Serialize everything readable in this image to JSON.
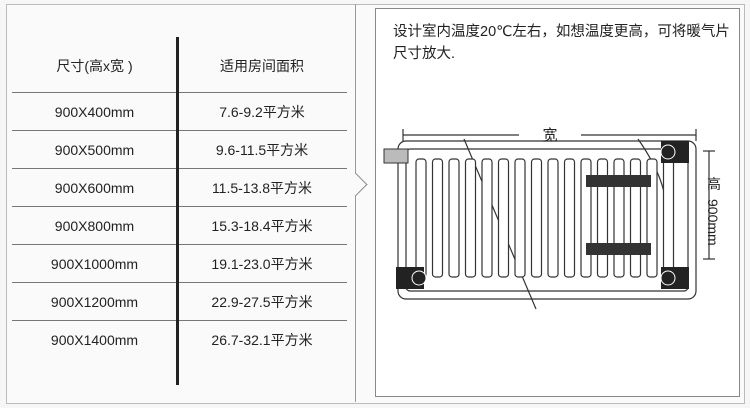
{
  "table": {
    "headers": [
      "尺寸(高x宽 )",
      "适用房间面积"
    ],
    "rows": [
      [
        "900X400mm",
        "7.6-9.2平方米"
      ],
      [
        "900X500mm",
        "9.6-11.5平方米"
      ],
      [
        "900X600mm",
        "11.5-13.8平方米"
      ],
      [
        "900X800mm",
        "15.3-18.4平方米"
      ],
      [
        "900X1000mm",
        "19.1-23.0平方米"
      ],
      [
        "900X1200mm",
        "22.9-27.5平方米"
      ],
      [
        "900X1400mm",
        "26.7-32.1平方米"
      ]
    ]
  },
  "note": "设计室内温度20℃左右，如想温度更高，可将暖气片尺寸放大.",
  "diagram": {
    "width_label": "宽",
    "height_label": "高",
    "height_value": "900mm"
  }
}
